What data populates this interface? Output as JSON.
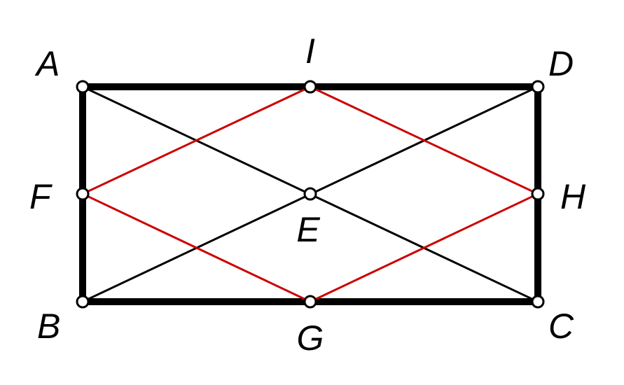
{
  "figure": {
    "points": {
      "A": "A",
      "B": "B",
      "C": "C",
      "D": "D",
      "E": "E",
      "F": "F",
      "G": "G",
      "H": "H",
      "I": "I"
    },
    "colors": {
      "rectangle": "#000000",
      "diagonals": "#000000",
      "rhombus": "#cc0000",
      "point_fill": "#ffffff",
      "point_stroke": "#000000"
    }
  }
}
